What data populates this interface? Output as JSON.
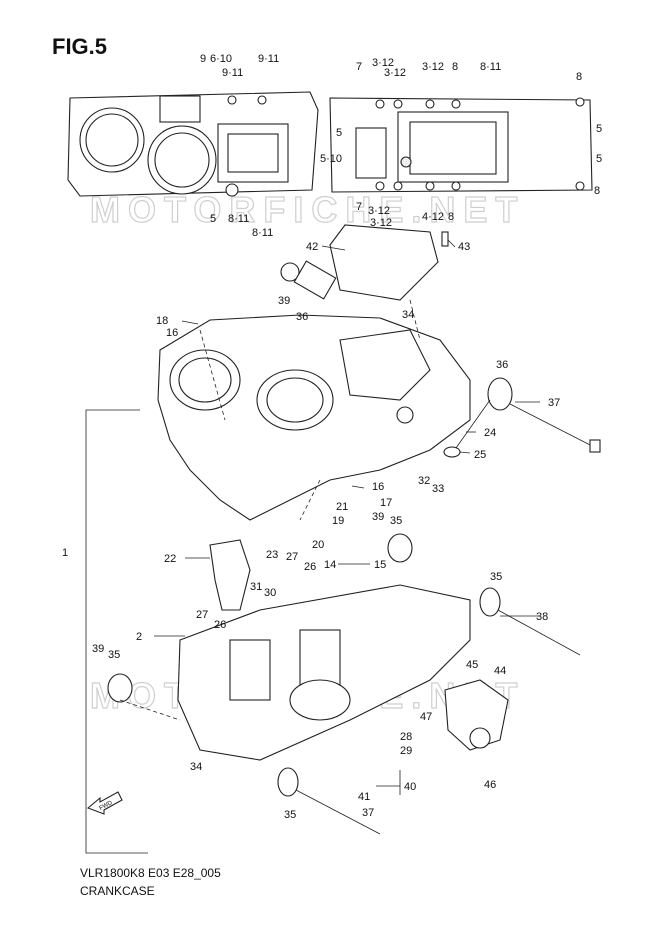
{
  "figure_title": "FIG.5",
  "diagram_code": "VLR1800K8 E03 E28_005",
  "caption": "CRANKCASE",
  "watermark": "MOTORFICHE.NET",
  "fwd_label": "FWD",
  "callouts": {
    "c_top_9": "9",
    "c_top_6_10": "6·10",
    "c_top_9_11a": "9·11",
    "c_top_9_11b": "9·11",
    "c_top_5a": "5",
    "c_top_8_11a": "8·11",
    "c_top_8_11b": "8·11",
    "c_r_7a": "7",
    "c_r_3_12a": "3·12",
    "c_r_3_12b": "3·12",
    "c_r_3_12c": "3·12",
    "c_r_8a": "8",
    "c_r_8_11": "8·11",
    "c_r_8b": "8",
    "c_r_5a": "5",
    "c_r_5b": "5",
    "c_r_5c": "5",
    "c_r_5_10": "5·10",
    "c_r_8c": "8",
    "c_r_7b": "7",
    "c_r_3_12d": "3·12",
    "c_r_3_12e": "3·12",
    "c_r_4_12": "4·12",
    "c_r_8d": "8",
    "c42": "42",
    "c43": "43",
    "c39a": "39",
    "c36a": "36",
    "c34a": "34",
    "c18": "18",
    "c16a": "16",
    "c36b": "36",
    "c37a": "37",
    "c24": "24",
    "c25": "25",
    "c32": "32",
    "c33": "33",
    "c16b": "16",
    "c17": "17",
    "c21": "21",
    "c19": "19",
    "c20": "20",
    "c1": "1",
    "c22": "22",
    "c23": "23",
    "c27a": "27",
    "c39b": "39",
    "c35a": "35",
    "c26a": "26",
    "c14": "14",
    "c15": "15",
    "c31": "31",
    "c30": "30",
    "c35b": "35",
    "c38": "38",
    "c27b": "27",
    "c2": "2",
    "c26b": "26",
    "c39c": "39",
    "c35c": "35",
    "c45": "45",
    "c44": "44",
    "c47": "47",
    "c28": "28",
    "c29": "29",
    "c46": "46",
    "c34b": "34",
    "c40": "40",
    "c41": "41",
    "c37b": "37",
    "c35d": "35"
  },
  "icons": [
    "fwd-arrow-icon"
  ]
}
